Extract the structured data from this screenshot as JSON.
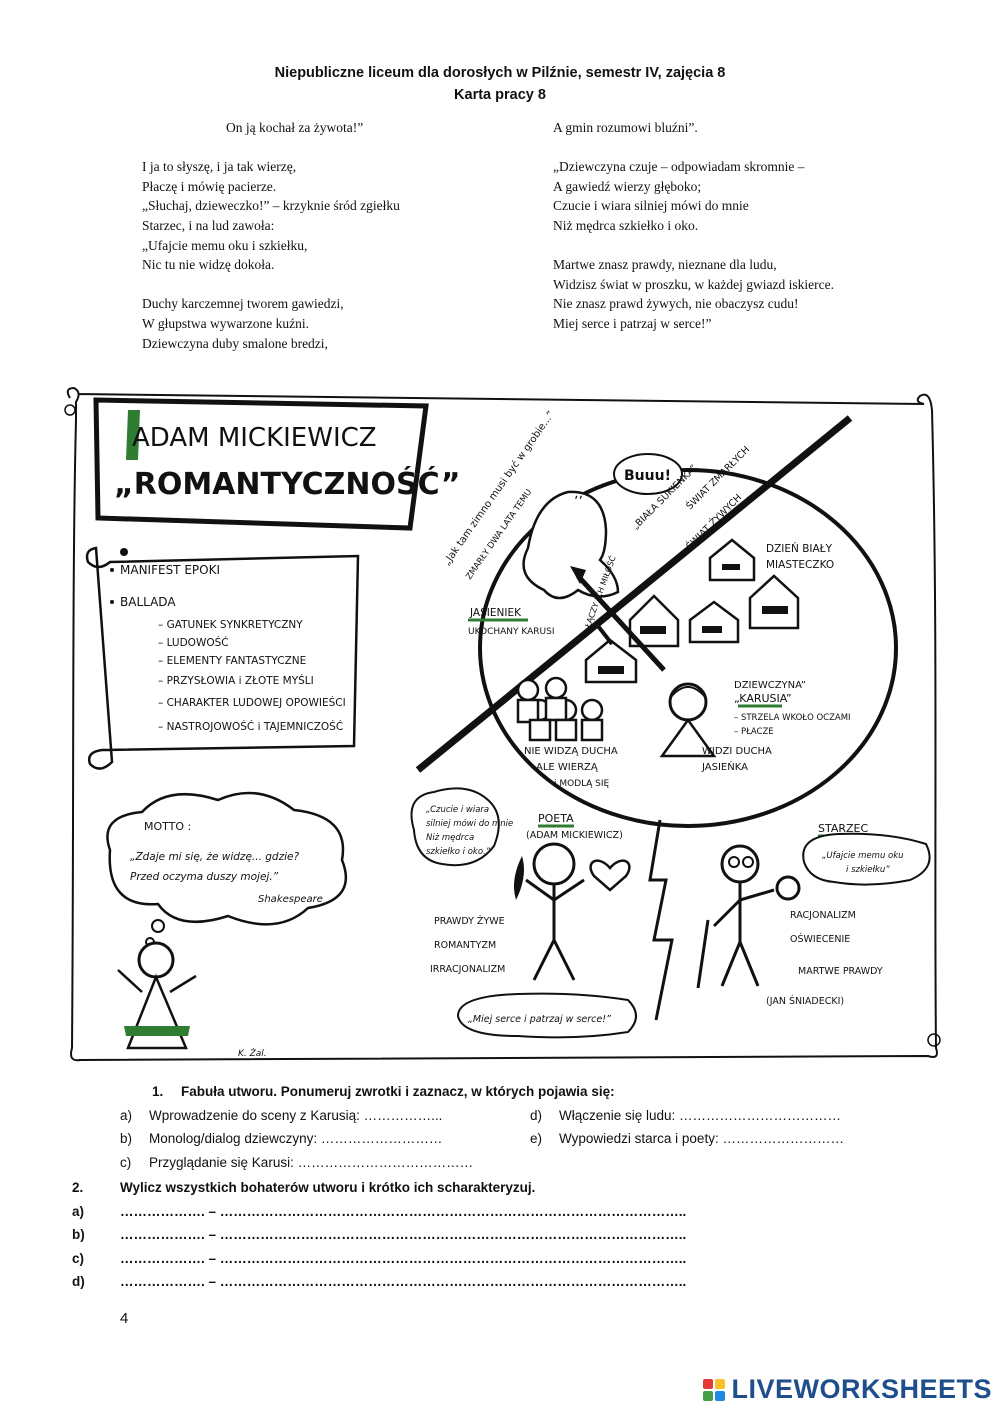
{
  "header": {
    "line1": "Niepubliczne liceum dla dorosłych w Pilźnie, semestr IV, zajęcia 8",
    "line2": "Karta pracy 8"
  },
  "poem_left": [
    "On ją kochał za żywota!”",
    "",
    "I ja to słyszę, i ja tak wierzę,",
    "Płaczę i mówię pacierze.",
    "„Słuchaj, dzieweczko!” – krzyknie śród zgiełku",
    "Starzec, i na lud zawoła:",
    "„Ufajcie memu oku i szkiełku,",
    "Nic tu nie widzę dokoła.",
    "",
    "Duchy karczemnej tworem gawiedzi,",
    "W głupstwa wywarzone kuźni.",
    "Dziewczyna duby smalone bredzi,"
  ],
  "poem_right": [
    "A gmin rozumowi bluźni”.",
    "",
    "„Dziewczyna czuje – odpowiadam skromnie –",
    "A gawiedź wierzy głęboko;",
    "Czucie i wiara silniej mówi do mnie",
    "Niż mędrca szkiełko i oko.",
    "",
    "Martwe znasz prawdy, nieznane dla ludu,",
    "Widzisz świat w proszku, w każdej gwiazd iskierce.",
    "Nie znasz prawd żywych, nie obaczysz cudu!",
    "Miej serce i patrzaj w serce!”"
  ],
  "illustration": {
    "title1": "ADAM MICKIEWICZ",
    "title2": "„ROMANTYCZNOŚĆ”",
    "scroll_items": [
      "MANIFEST EPOKI",
      "BALLADA"
    ],
    "ballada_items": [
      "– GATUNEK SYNKRETYCZNY",
      "– LUDOWOŚĆ",
      "– ELEMENTY FANTASTYCZNE",
      "– PRZYSŁOWIA i ZŁOTE MYŚLI",
      "– CHARAKTER LUDOWEJ OPOWIEŚCI",
      "– NASTROJOWOŚĆ i TAJEMNICZOŚĆ"
    ],
    "ghost_quote": "„Jak tam zimno musi być w grobie...”",
    "ghost_sub": "ZMARŁY DWA LATA TEMU",
    "ghost_bubble": "Buuu!",
    "biala_sukienka": "„BIAŁA SUKIENKA”",
    "swiat_zmarlych": "ŚWIAT ZMARŁYCH",
    "swiat_zywych": "ŚWIAT ŻYWYCH",
    "dzien_bialy": "DZIEŃ BIAŁY",
    "miasteczko": "MIASTECZKO",
    "jasieniek": "JASIENIEK",
    "ukochany": "UKOCHANY KARUSI",
    "laczy": "ŁĄCZY ICH MIŁOŚĆ",
    "dziewczyna_label": "DZIEWCZYNA”",
    "karusia": "„KARUSIA”",
    "karusia_d1": "– STRZELA WKOŁO OCZAMI",
    "karusia_d2": "– PŁACZE",
    "widzi1": "WIDZI DUCHA",
    "widzi2": "JASIEŃKA",
    "lud1": "NIE WIDZĄ DUCHA",
    "lud2": "ALE WIERZĄ",
    "lud3": "i MODLĄ SIĘ",
    "motto_title": "MOTTO :",
    "motto1": "„Zdaje mi się, że widzę... gdzie?",
    "motto2": "Przed oczyma duszy mojej.”",
    "motto3": "Shakespeare",
    "poeta_quote1": "„Czucie i wiara",
    "poeta_quote2": "silniej mówi do mnie",
    "poeta_quote3": "Niż mędrca",
    "poeta_quote4": "szkiełko i oko.”",
    "poeta": "POETA",
    "poeta_sub": "(ADAM MICKIEWICZ)",
    "poeta_l1": "PRAWDY ŻYWE",
    "poeta_l2": "ROMANTYZM",
    "poeta_l3": "IRRACJONALIZM",
    "poeta_bubble": "„Miej serce i patrzaj w serce!”",
    "starzec": "STARZEC",
    "starzec_quote1": "„Ufajcie memu oku",
    "starzec_quote2": "i szkiełku”",
    "starzec_l1": "RACJONALIZM",
    "starzec_l2": "OŚWIECENIE",
    "starzec_l3": "MARTWE PRAWDY",
    "starzec_l4": "(JAN ŚNIADECKI)",
    "signature": "K. Żal."
  },
  "tasks": {
    "t1_num": "1.",
    "t1_title": "Fabuła utworu. Ponumeruj zwrotki i zaznacz, w których pojawia się:",
    "t1_items": [
      {
        "letter": "a)",
        "text": "Wprowadzenie do sceny z Karusią: ……………..."
      },
      {
        "letter": "b)",
        "text": "Monolog/dialog dziewczyny: ………………………"
      },
      {
        "letter": "c)",
        "text": "Przyglądanie się Karusi: …………………………………"
      },
      {
        "letter": "d)",
        "text": "Włączenie się ludu: ………………………………"
      },
      {
        "letter": "e)",
        "text": "Wypowiedzi starca i poety: ………………………"
      }
    ],
    "t2_num": "2.",
    "t2_title": "Wylicz wszystkich bohaterów utworu i krótko ich scharakteryzuj.",
    "t2_rows": [
      {
        "letter": "a)",
        "text": "………………. – ………………………………………………………………………………………….."
      },
      {
        "letter": "b)",
        "text": "………………. – ………………………………………………………………………………………….."
      },
      {
        "letter": "c)",
        "text": "………………. – ………………………………………………………………………………………….."
      },
      {
        "letter": "d)",
        "text": "………………. – ………………………………………………………………………………………….."
      }
    ],
    "page_number": "4"
  },
  "logo": {
    "text": "LIVEWORKSHEETS",
    "squares": [
      "#e53935",
      "#fbc02d",
      "#43a047",
      "#1e88e5"
    ]
  }
}
